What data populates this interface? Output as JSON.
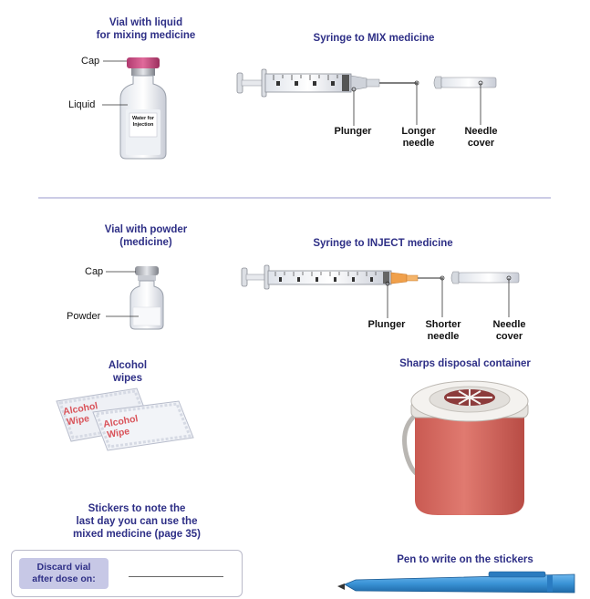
{
  "titles": {
    "vial_liquid": "Vial with liquid\nfor mixing medicine",
    "syringe_mix": "Syringe to MIX medicine",
    "vial_powder": "Vial with powder\n(medicine)",
    "syringe_inject": "Syringe to INJECT medicine",
    "alcohol_wipes": "Alcohol\nwipes",
    "sharps": "Sharps disposal container",
    "stickers": "Stickers to note the\nlast day you can use the\nmixed medicine (page 35)",
    "pen": "Pen to write on the stickers"
  },
  "labels": {
    "cap_top": "Cap",
    "liquid": "Liquid",
    "vial_text": "Water for\nInjection",
    "plunger_top": "Plunger",
    "longer_needle": "Longer\nneedle",
    "needle_cover_top": "Needle\ncover",
    "cap_bottom": "Cap",
    "powder": "Powder",
    "plunger_bottom": "Plunger",
    "shorter_needle": "Shorter\nneedle",
    "needle_cover_bottom": "Needle\ncover",
    "wipe_text": "Alcohol\nWipe"
  },
  "sticker": {
    "label": "Discard vial\nafter dose on:"
  },
  "colors": {
    "title": "#2e2f86",
    "divider": "#9999cc",
    "container": "#d9685f",
    "pen": "#3a93d6",
    "needle_hub": "#f0a04b"
  }
}
